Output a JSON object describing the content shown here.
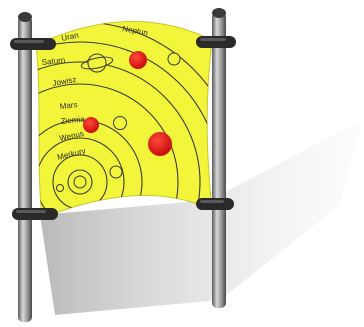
{
  "planet_labels": {
    "uranus": "Uran",
    "neptune": "Neptun",
    "saturn": "Saturn",
    "jupiter": "Jowisz",
    "mars": "Mars",
    "earth": "Ziemia",
    "venus": "Wenus",
    "mercury": "Merkury"
  },
  "colors": {
    "board": "#f2f53a",
    "orbit_lines": "#3a3a30",
    "planet_marker": "#e01818",
    "post_metal": "#9a9a9a",
    "clamp": "#2a2a2a"
  },
  "icons": [
    "planet-marker-icon",
    "saturn-ring-icon",
    "orbit-circle-icon"
  ]
}
